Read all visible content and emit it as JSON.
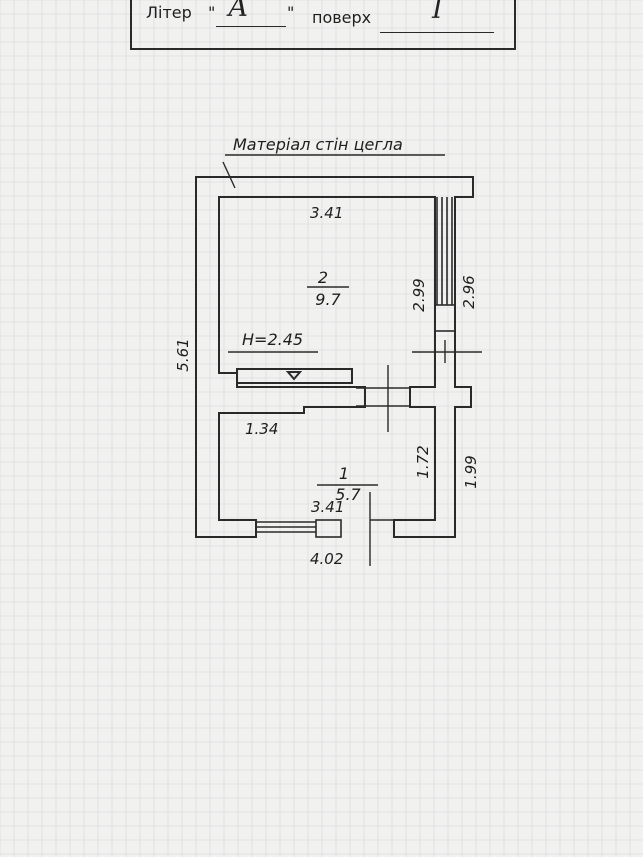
{
  "header": {
    "liter_label": "Літер",
    "open_quote": "\"",
    "liter_value": "А",
    "close_quote": "\"",
    "floor_label": "поверх",
    "floor_value": "I"
  },
  "plan": {
    "wall_material": "Матеріал стін цегла",
    "height_label": "H=2.45",
    "room_2": {
      "number": "2",
      "area": "9.7"
    },
    "room_1": {
      "number": "1",
      "area": "5.7"
    },
    "dimensions": {
      "top_width": "3.41",
      "left_height": "5.61",
      "room2_inner_height": "2.99",
      "room2_outer_height": "2.96",
      "step_width": "1.34",
      "room1_inner_height": "1.72",
      "room1_outer_height": "1.99",
      "room1_width": "3.41",
      "bottom_width": "4.02"
    },
    "colors": {
      "ink": "#2a2a2a",
      "paper": "#f1f1ef",
      "grid": "#d6d8de"
    }
  }
}
